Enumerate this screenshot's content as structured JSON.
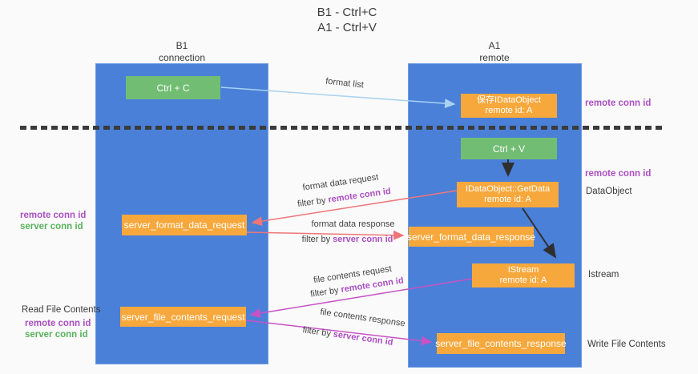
{
  "title": {
    "line1": "B1 - Ctrl+C",
    "line2": "A1 - Ctrl+V"
  },
  "lanes": {
    "left": {
      "name": "B1",
      "role": "connection"
    },
    "right": {
      "name": "A1",
      "role": "remote"
    }
  },
  "boxes": {
    "ctrl_c": {
      "label": "Ctrl + C"
    },
    "save_idataobject": {
      "line1": "保存IDataObject",
      "line2": "remote id: A"
    },
    "ctrl_v": {
      "label": "Ctrl + V"
    },
    "getdata": {
      "line1": "IDataObject::GetData",
      "line2": "remote id: A"
    },
    "server_format_data_request": {
      "label": "server_format_data_request"
    },
    "server_format_data_response": {
      "label": "server_format_data_response"
    },
    "istream": {
      "line1": "IStream",
      "line2": "remote id: A"
    },
    "server_file_contents_request": {
      "label": "server_file_contents_request"
    },
    "server_file_contents_response": {
      "label": "server_file_contents_response"
    }
  },
  "side_labels": {
    "remote_conn_id": "remote conn id",
    "server_conn_id": "server conn id",
    "dataobject": "DataObject",
    "istream": "Istream",
    "read_file_contents": "Read File Contents",
    "write_file_contents": "Write File Contents"
  },
  "arrow_labels": {
    "format_list": "format list",
    "format_data_request": "format data request",
    "format_data_response": "format data response",
    "file_contents_request": "file contents request",
    "file_contents_response": "file contents response",
    "filter_by": "filter by ",
    "remote_conn_id": "remote conn id",
    "server_conn_id": "server conn id"
  },
  "colors": {
    "lane_blue": "#4a80d8",
    "box_orange": "#f7a83c",
    "box_green": "#72bd74",
    "label_purple": "#ab4fc2",
    "label_green": "#58b25c",
    "arrow_salmon": "#ee7678",
    "arrow_magenta": "#c653c6",
    "arrow_blue": "#a9d3f0",
    "arrow_black": "#2f2f2f"
  }
}
